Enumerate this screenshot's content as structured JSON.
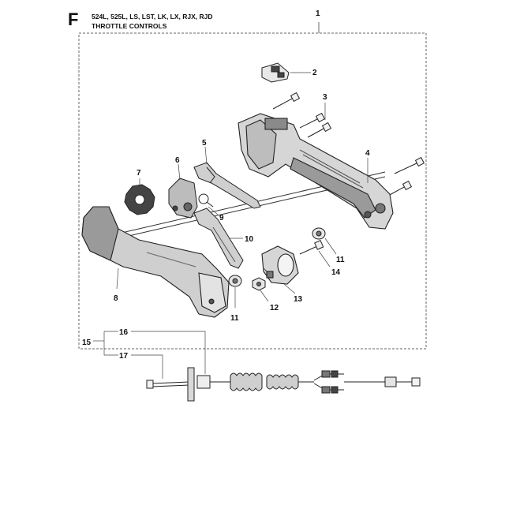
{
  "header": {
    "section_letter": "F",
    "models": "524L, 525L, LS, LST, LK, LX, RJX, RJD",
    "title": "THROTTLE CONTROLS"
  },
  "callouts": [
    "1",
    "2",
    "3",
    "4",
    "5",
    "6",
    "7",
    "8",
    "9",
    "10",
    "11",
    "11",
    "12",
    "13",
    "14",
    "15",
    "16",
    "17"
  ]
}
